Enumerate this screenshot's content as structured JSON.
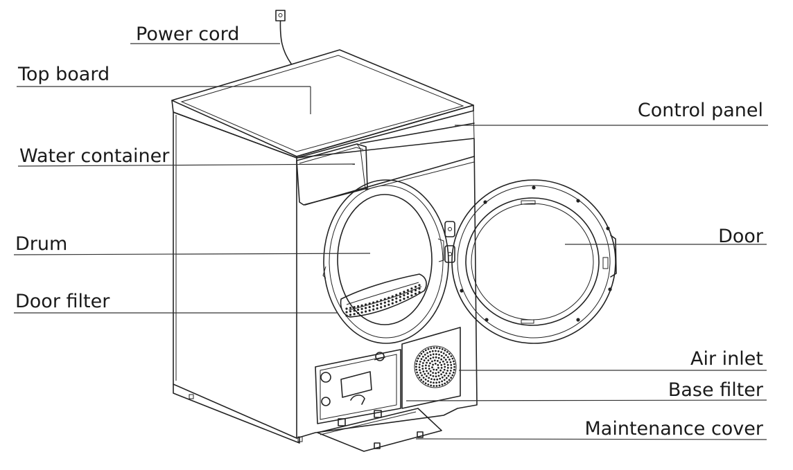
{
  "diagram": {
    "labels": {
      "power_cord": "Power cord",
      "top_board": "Top board",
      "water_container": "Water container",
      "drum": "Drum",
      "door_filter": "Door filter",
      "control_panel": "Control panel",
      "door": "Door",
      "air_inlet": "Air inlet",
      "base_filter": "Base filter",
      "maintenance_cover": "Maintenance cover"
    },
    "colors": {
      "line": "#222222",
      "text": "#1a1a1a",
      "background": "#ffffff"
    }
  }
}
